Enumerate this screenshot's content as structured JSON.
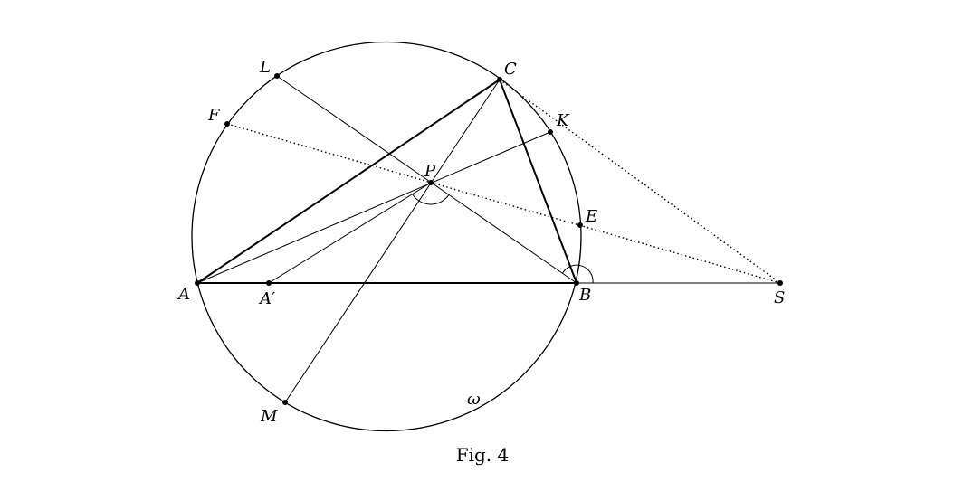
{
  "figure": {
    "caption": "Fig. 4",
    "circle_label": "ω",
    "points": {
      "A": "A",
      "A_prime": "A′",
      "B": "B",
      "C": "C",
      "S": "S",
      "P": "P",
      "L": "L",
      "F": "F",
      "K": "K",
      "E": "E",
      "M": "M"
    }
  }
}
